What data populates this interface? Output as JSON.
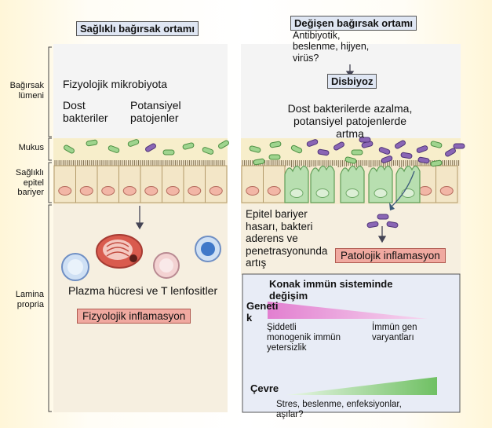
{
  "left_title": "Sağlıklı bağırsak ortamı",
  "right_title": "Değişen bağırsak ortamı",
  "right_causes": [
    "Antibiyotik,",
    "beslenme, hijyen,",
    "virüs?"
  ],
  "disbiyoz": "Disbiyoz",
  "side_labels": {
    "lumen": [
      "Bağırsak",
      "lümeni"
    ],
    "mukus": "Mukus",
    "epitel": [
      "Sağlıklı",
      "epitel",
      "bariyer"
    ],
    "lamina": [
      "Lamina",
      "propria"
    ]
  },
  "left": {
    "microbiota": "Fizyolojik mikrobiyota",
    "commensal": [
      "Dost",
      "bakteriler"
    ],
    "pathobiont": [
      "Potansiyel",
      "patojenler"
    ],
    "cells": "Plazma hücresi ve T lenfositler",
    "inflammation": "Fizyolojik inflamasyon"
  },
  "right": {
    "change": [
      "Dost bakterilerde azalma,",
      "potansiyel patojenlerde",
      "artma"
    ],
    "barrier": [
      "Epitel bariyer",
      "hasarı, bakteri",
      "aderens ve",
      "penetrasyonunda",
      "artış"
    ],
    "inflammation": "Patolojik inflamasyon",
    "host_title": [
      "Konak immün sisteminde",
      "değişim"
    ],
    "genetic": [
      "Geneti",
      "k"
    ],
    "severe": [
      "Şiddetli",
      "monogenik immün",
      "yetersizlik"
    ],
    "variants": [
      "İmmün gen",
      "varyantları"
    ],
    "environment": "Çevre",
    "env_factors": [
      "Stres, beslenme, enfeksiyonlar,",
      "aşılar?"
    ]
  },
  "colors": {
    "commensal": "#9fd48e",
    "pathobiont": "#8a66b5",
    "epithelium": "#f3e6c7",
    "nucleus": "#f2b6a6",
    "damaged_cell": "#b8dfb0",
    "lumen_bg": "#f3f3f3",
    "host_box": "#e8ecf6",
    "genetic_triangle": "#e59ad8",
    "environment_triangle": "#8fcf86"
  }
}
